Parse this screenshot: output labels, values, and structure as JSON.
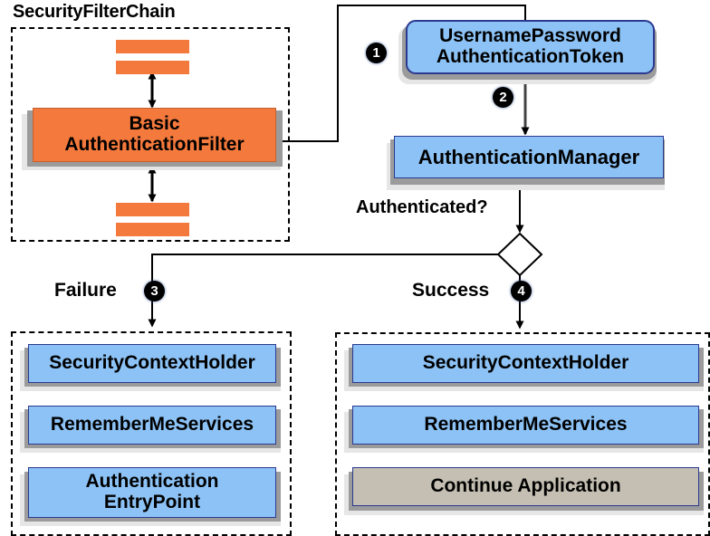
{
  "diagram": {
    "title_visible": false,
    "colors": {
      "node_blue": "#8cc2f5",
      "node_orange": "#f4793c",
      "node_gray": "#c4bfb2",
      "node_border_blue": "#2b3990",
      "shadow_dark": "#9b9b9b",
      "shadow_light": "#e6e6e6",
      "line": "#000000",
      "badge_bg": "#000000",
      "badge_text": "#ffffff"
    }
  },
  "groups": {
    "security_filter_chain": {
      "title": "SecurityFilterChain"
    },
    "failure_group": {
      "title": ""
    },
    "success_group": {
      "title": ""
    }
  },
  "nodes": {
    "basic_auth_filter": {
      "line1": "Basic",
      "line2": "AuthenticationFilter"
    },
    "username_password_token": {
      "line1": "UsernamePassword",
      "line2": "AuthenticationToken"
    },
    "authentication_manager": {
      "label": "AuthenticationManager"
    },
    "failure_security_context_holder": {
      "label": "SecurityContextHolder"
    },
    "failure_remember_me_services": {
      "label": "RememberMeServices"
    },
    "failure_authentication_entry_point": {
      "line1": "Authentication",
      "line2": "EntryPoint"
    },
    "success_security_context_holder": {
      "label": "SecurityContextHolder"
    },
    "success_remember_me_services": {
      "label": "RememberMeServices"
    },
    "success_continue_application": {
      "label": "Continue Application"
    }
  },
  "labels": {
    "authenticated_question": "Authenticated?",
    "failure": "Failure",
    "success": "Success"
  },
  "badges": {
    "step1": "1",
    "step2": "2",
    "step3": "3",
    "step4": "4"
  }
}
